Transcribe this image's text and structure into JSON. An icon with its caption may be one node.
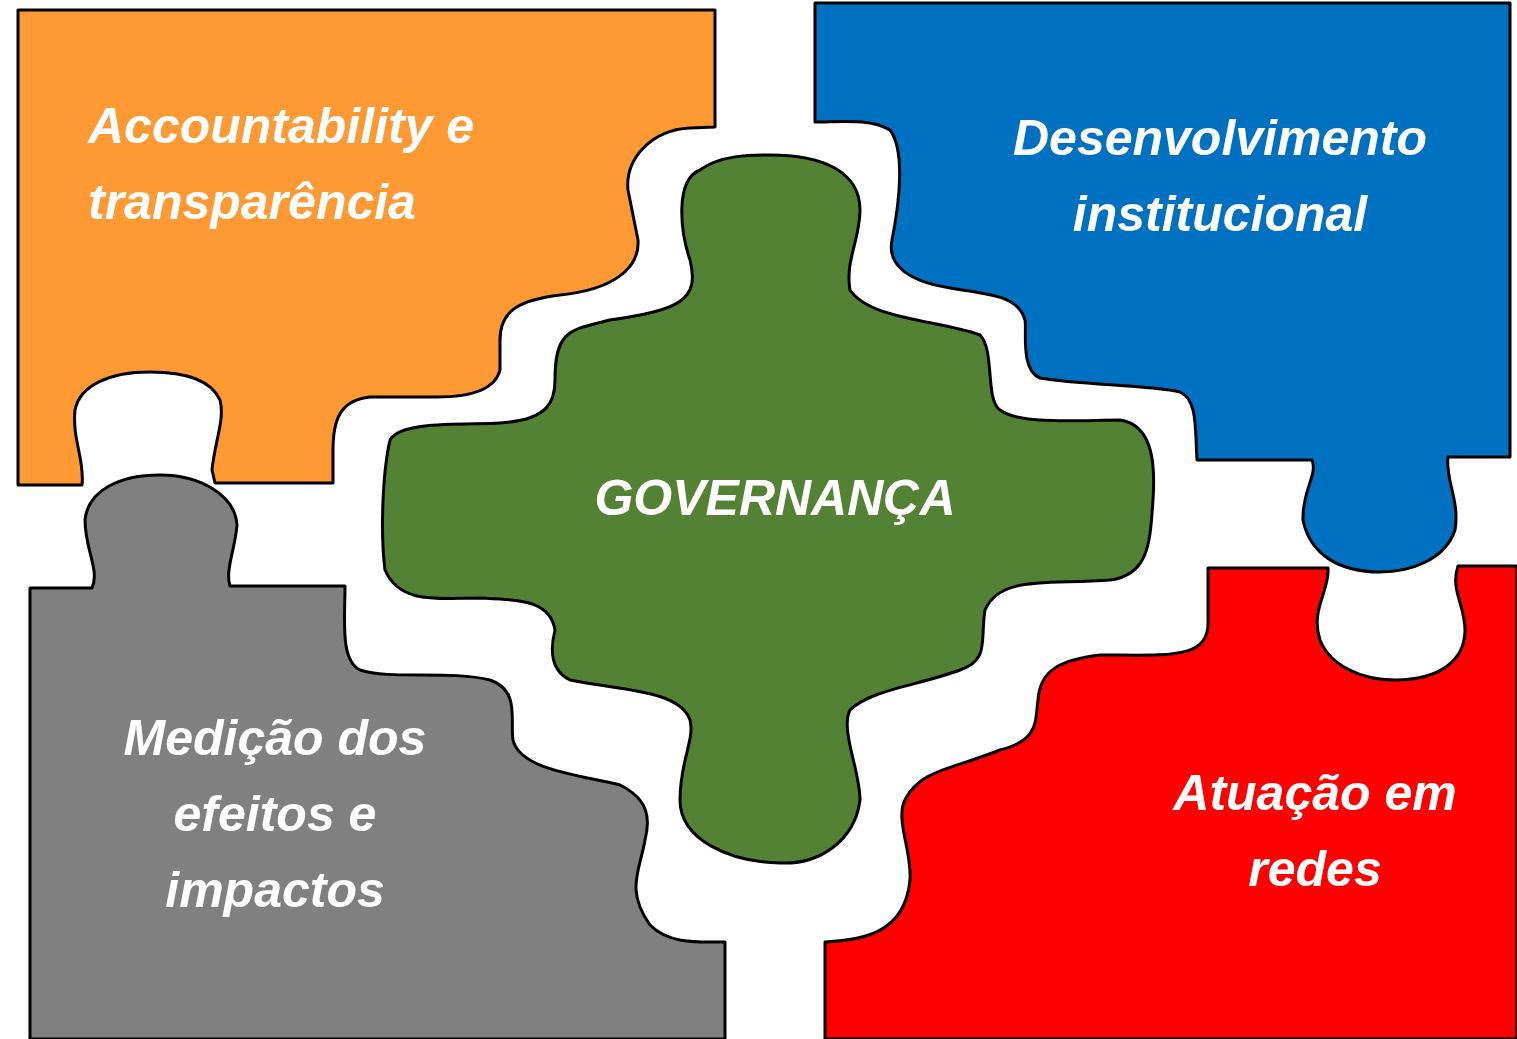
{
  "diagram": {
    "nodes": [
      {
        "text": [
          "Accountability e transparência"
        ]
      },
      {
        "text": [
          "Desenvolvimento institucional"
        ]
      },
      {
        "text": [
          "GOVERNANÇA"
        ]
      },
      {
        "text": [
          "Medição dos efeitos e impactos"
        ]
      },
      {
        "text": [
          "Atuação em redes"
        ]
      }
    ]
  }
}
